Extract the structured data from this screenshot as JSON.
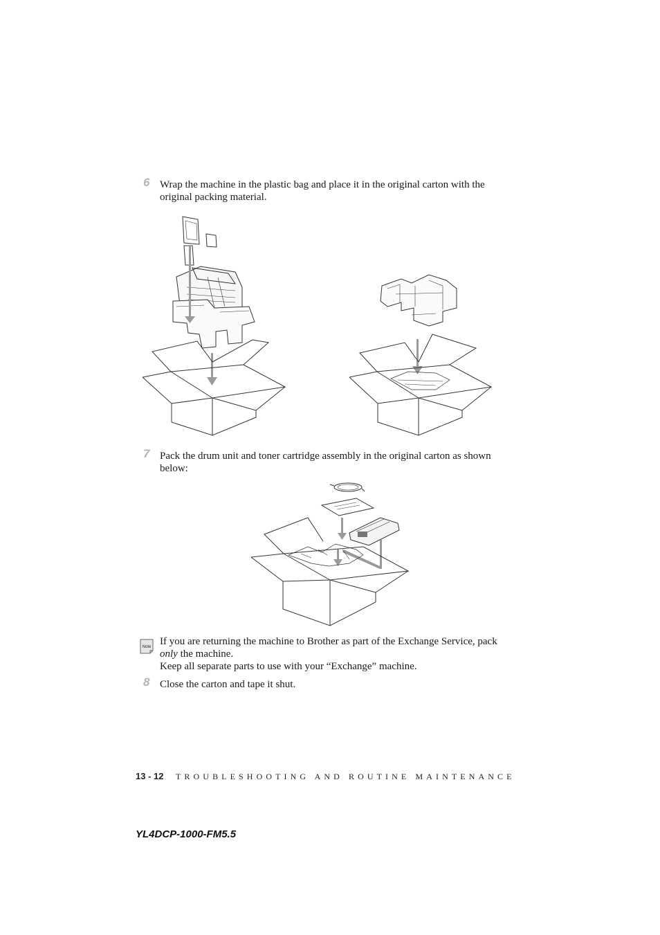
{
  "steps": [
    {
      "number": "6",
      "text": "Wrap the machine in the plastic bag and place it in the original carton with the original packing material."
    },
    {
      "number": "7",
      "text": "Pack the drum unit and toner cartridge assembly in the original carton as shown below:"
    },
    {
      "number": "8",
      "text": "Close the carton and tape it shut."
    }
  ],
  "note": {
    "icon_label": "Note",
    "line1_before": "If you are returning the machine to Brother as part of the Exchange Service, pack ",
    "line1_emphasis": "only",
    "line1_after": " the machine.",
    "line2": "Keep all separate parts to use with your “Exchange” machine."
  },
  "footer": {
    "page_number": "13 - 12",
    "chapter_title": "TROUBLESHOOTING AND ROUTINE MAINTENANCE"
  },
  "document_code": "YL4DCP-1000-FM5.5",
  "colors": {
    "step_number": "#b4b4b4",
    "arrow": "#9a9a9a",
    "line_art": "#333333"
  }
}
